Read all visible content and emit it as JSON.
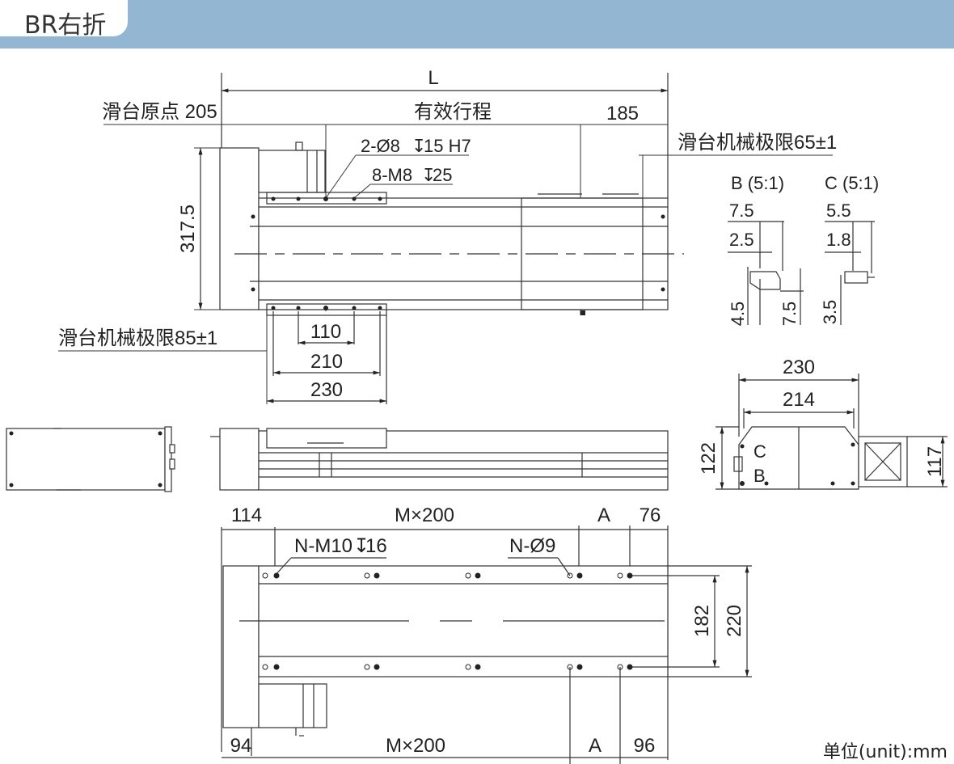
{
  "header": {
    "title": "BR右折"
  },
  "unit_note": "单位(unit):mm",
  "top_view": {
    "L": "L",
    "slider_origin": "滑台原点 205",
    "effective_stroke": "有效行程",
    "dim_185": "185",
    "limit_65": "滑台机械极限65±1",
    "holes_1": "2-Ø8",
    "holes_1_depth": "15 H7",
    "holes_2": "8-M8",
    "holes_2_depth": "25",
    "dim_317_5": "317.5",
    "limit_85": "滑台机械极限85±1",
    "dim_110": "110",
    "dim_210": "210",
    "dim_230": "230"
  },
  "detail_b": {
    "title": "B (5:1)",
    "d1": "7.5",
    "d2": "2.5",
    "d3": "4.5",
    "d4": "7.5"
  },
  "detail_c": {
    "title": "C (5:1)",
    "d1": "5.5",
    "d2": "1.8",
    "d3": "3.5"
  },
  "end_view": {
    "w230": "230",
    "w214": "214",
    "h122": "122",
    "h117": "117",
    "label_c": "C",
    "label_b": "B"
  },
  "bottom_view": {
    "d114": "114",
    "m200_top": "M×200",
    "a_top": "A",
    "d76": "76",
    "m10": "N-M10",
    "m10_depth": "16",
    "phi9": "N-Ø9",
    "d182": "182",
    "d220": "220",
    "d94": "94",
    "m200_bottom": "M×200",
    "a_bottom": "A",
    "d96": "96"
  }
}
